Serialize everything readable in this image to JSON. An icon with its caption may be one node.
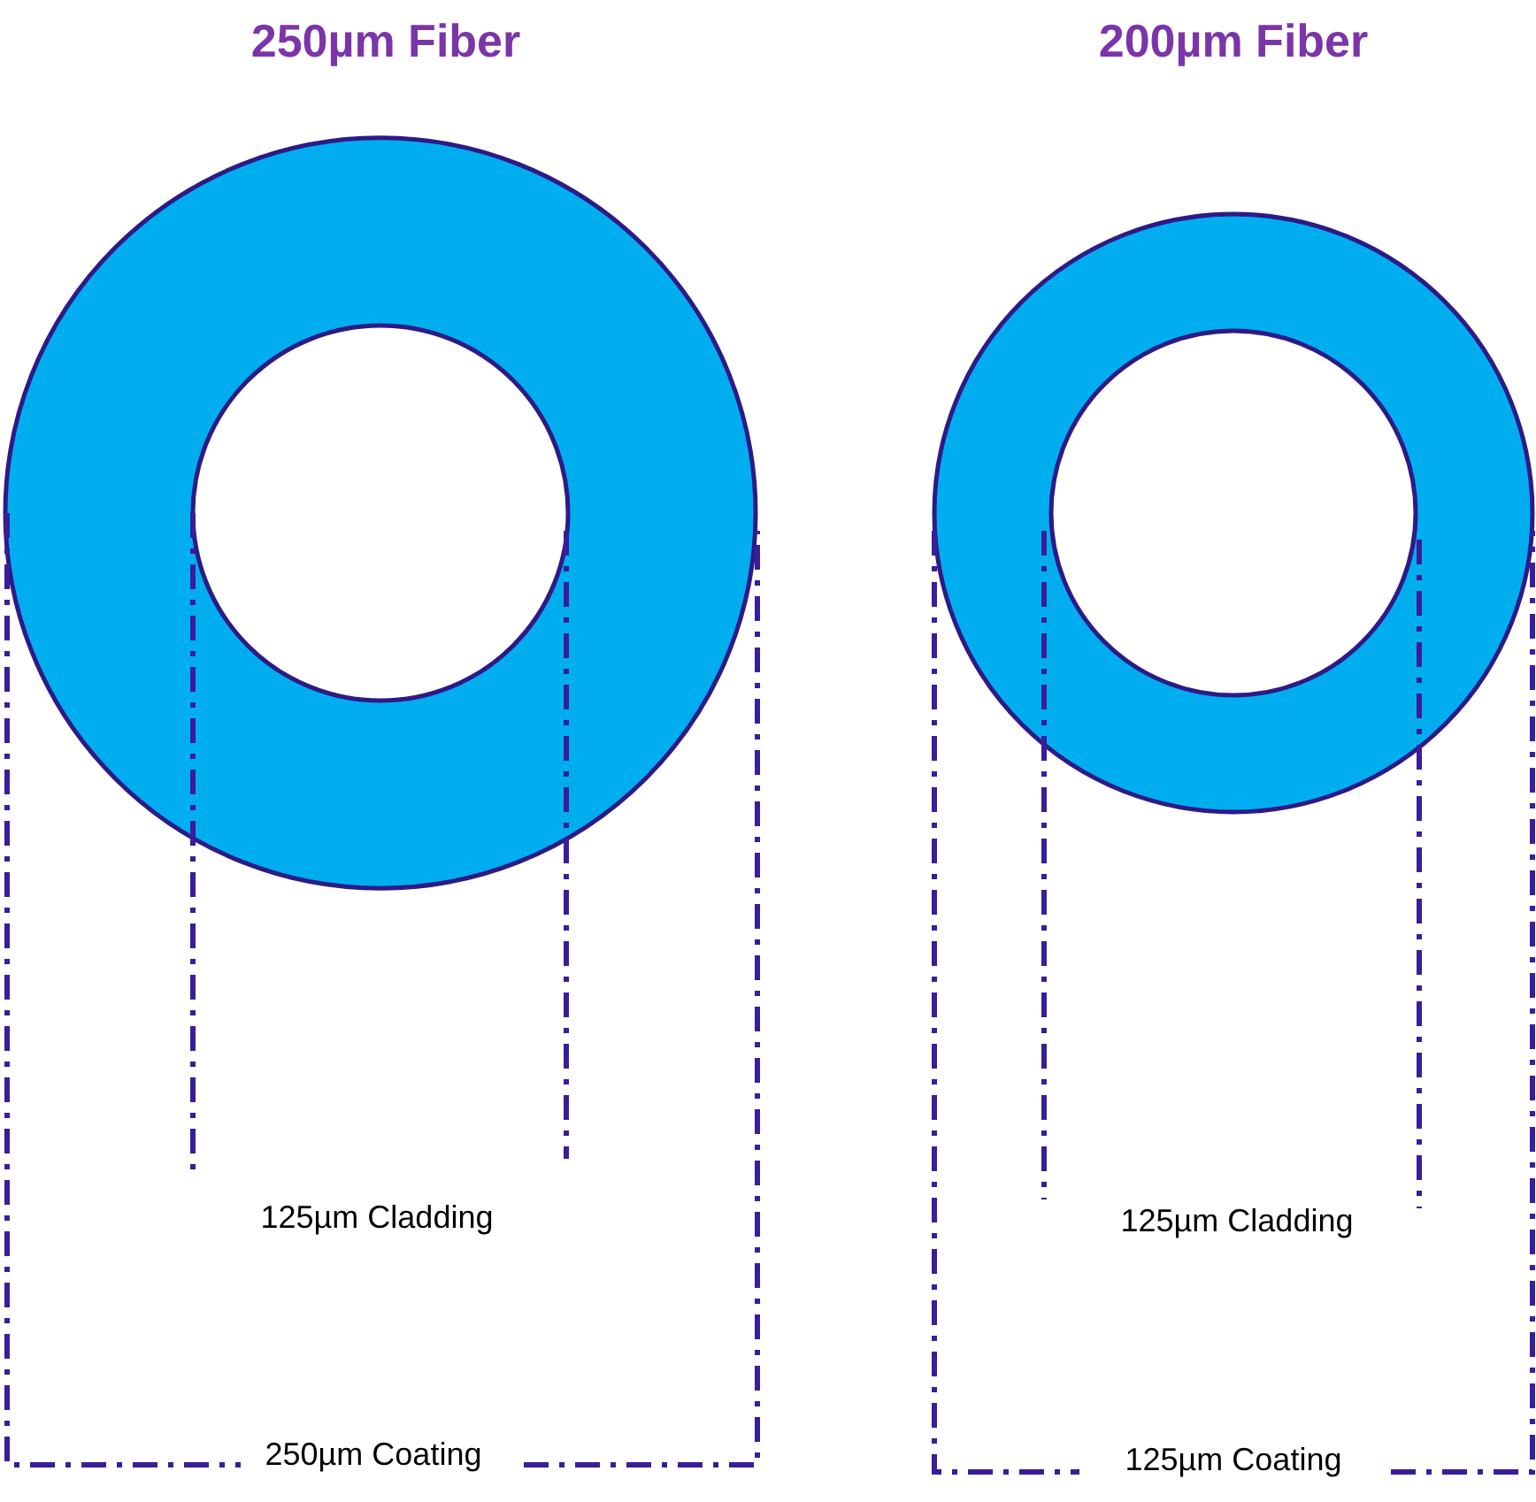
{
  "diagram": {
    "labels": [
      "250µm Fiber",
      "200µm Fiber",
      "125µm Cladding",
      "125µm Cladding",
      "250µm Coating",
      "125µm Coating"
    ]
  }
}
